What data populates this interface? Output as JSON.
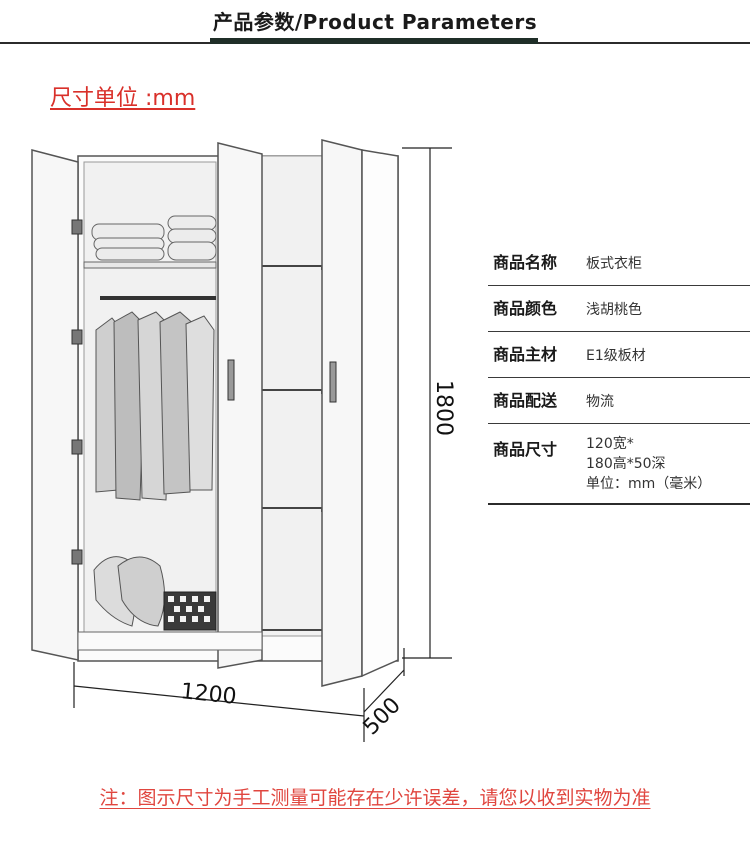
{
  "header": {
    "title": "产品参数/Product Parameters"
  },
  "unit_label": "尺寸单位 :mm",
  "dimensions": {
    "height": "1800",
    "width": "1200",
    "depth": "500"
  },
  "params": [
    {
      "label": "商品名称",
      "value": "板式衣柜"
    },
    {
      "label": "商品颜色",
      "value": "浅胡桃色"
    },
    {
      "label": "商品主材",
      "value": "E1级板材"
    },
    {
      "label": "商品配送",
      "value": "物流"
    },
    {
      "label": "商品尺寸",
      "lines": [
        "120宽*",
        "180高*50深",
        "单位：mm（毫米）"
      ]
    }
  ],
  "footer_note": "注：图示尺寸为手工测量可能存在少许误差，请您以收到实物为准",
  "colors": {
    "accent_red": "#d9302a",
    "header_bar": "#1f2e28"
  }
}
